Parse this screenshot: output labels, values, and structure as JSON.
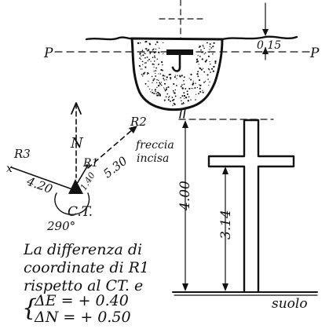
{
  "diagram": {
    "section": {
      "plane_label_left": "P",
      "plane_label_right": "P",
      "depth_label": "0.15"
    },
    "station": {
      "north_label": "N",
      "station_label": "C.T.",
      "r1_label": "R1",
      "r2_label": "R2",
      "r3_label": "R3",
      "r3_marker": "x",
      "dist_r1": "1.40",
      "dist_r2": "5.30",
      "dist_r3": "4.20",
      "bearing": "290°",
      "arrow_note_line1": "freccia",
      "arrow_note_line2": "incisa"
    },
    "marker": {
      "height_total": "4.00",
      "height_cross": "3.14",
      "ground_label": "suolo"
    },
    "note": {
      "line1": "La differenza di",
      "line2": "coordinate di R1",
      "line3": "rispetto al CT. e",
      "delta_e": "ΔE = + 0.40",
      "delta_n": "ΔN = + 0.50"
    }
  },
  "colors": {
    "ink": "#111111",
    "paper": "#ffffff"
  }
}
